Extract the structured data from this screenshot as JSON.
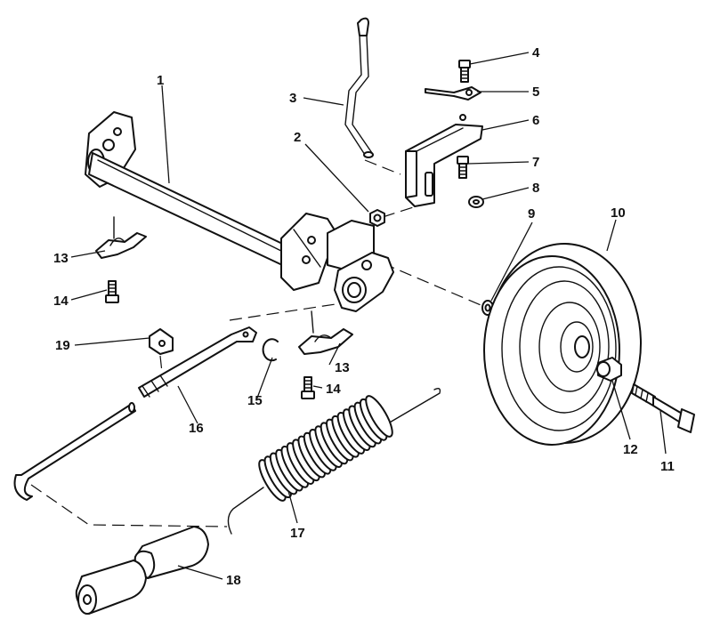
{
  "callouts": [
    {
      "id": "c1",
      "text": "1"
    },
    {
      "id": "c2",
      "text": "2"
    },
    {
      "id": "c3",
      "text": "3"
    },
    {
      "id": "c4",
      "text": "4"
    },
    {
      "id": "c5",
      "text": "5"
    },
    {
      "id": "c6",
      "text": "6"
    },
    {
      "id": "c7",
      "text": "7"
    },
    {
      "id": "c8",
      "text": "8"
    },
    {
      "id": "c9",
      "text": "9"
    },
    {
      "id": "c10",
      "text": "10"
    },
    {
      "id": "c11",
      "text": "11"
    },
    {
      "id": "c12",
      "text": "12"
    },
    {
      "id": "c13a",
      "text": "13"
    },
    {
      "id": "c13b",
      "text": "13"
    },
    {
      "id": "c14a",
      "text": "14"
    },
    {
      "id": "c14b",
      "text": "14"
    },
    {
      "id": "c15",
      "text": "15"
    },
    {
      "id": "c16",
      "text": "16"
    },
    {
      "id": "c17",
      "text": "17"
    },
    {
      "id": "c18",
      "text": "18"
    },
    {
      "id": "c19",
      "text": "19"
    }
  ]
}
